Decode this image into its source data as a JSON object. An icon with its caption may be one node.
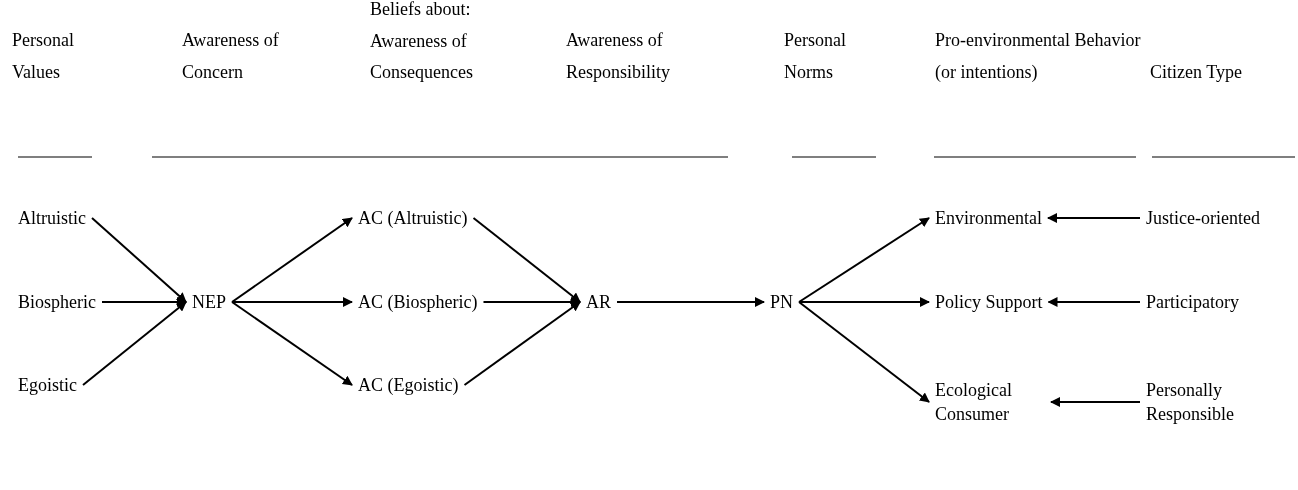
{
  "diagram": {
    "nodes": [
      {
        "text": [
          "Altruistic"
        ]
      },
      {
        "text": [
          "Biospheric"
        ]
      },
      {
        "text": [
          "Egoistic"
        ]
      },
      {
        "text": [
          "NEP"
        ]
      },
      {
        "text": [
          "AC (Altruistic)"
        ]
      },
      {
        "text": [
          "AC (Biospheric)"
        ]
      },
      {
        "text": [
          "AC (Egoistic)"
        ]
      },
      {
        "text": [
          "AR"
        ]
      },
      {
        "text": [
          "PN"
        ]
      },
      {
        "text": [
          "Environmental"
        ]
      },
      {
        "text": [
          "Policy Support"
        ]
      },
      {
        "text": [
          "Ecological Consumer"
        ]
      },
      {
        "text": [
          "Justice-oriented"
        ]
      },
      {
        "text": [
          "Participatory"
        ]
      },
      {
        "text": [
          "Personally Responsible"
        ]
      }
    ],
    "edges": [
      {
        "from": 0,
        "to": 3,
        "arrow": "to"
      },
      {
        "from": 1,
        "to": 3,
        "arrow": "to"
      },
      {
        "from": 2,
        "to": 3,
        "arrow": "to"
      },
      {
        "from": 3,
        "to": 4,
        "arrow": "to"
      },
      {
        "from": 3,
        "to": 5,
        "arrow": "to"
      },
      {
        "from": 3,
        "to": 6,
        "arrow": "to"
      },
      {
        "from": 4,
        "to": 7,
        "arrow": "to"
      },
      {
        "from": 5,
        "to": 7,
        "arrow": "to"
      },
      {
        "from": 6,
        "to": 7,
        "arrow": "to"
      },
      {
        "from": 7,
        "to": 8,
        "arrow": "to"
      },
      {
        "from": 8,
        "to": 9,
        "arrow": "to"
      },
      {
        "from": 8,
        "to": 10,
        "arrow": "to"
      },
      {
        "from": 8,
        "to": 11,
        "arrow": "to"
      },
      {
        "from": 12,
        "to": 9,
        "arrow": "to"
      },
      {
        "from": 13,
        "to": 10,
        "arrow": "to"
      },
      {
        "from": 14,
        "to": 11,
        "arrow": "to"
      }
    ],
    "labels": [
      "Personal Values",
      "Awareness of Concern",
      "Beliefs about: Awareness of Consequences",
      "Awareness of Responsibility",
      "Personal Norms",
      "Pro-environmental Behavior (or intentions)",
      "Citizen Type"
    ]
  }
}
